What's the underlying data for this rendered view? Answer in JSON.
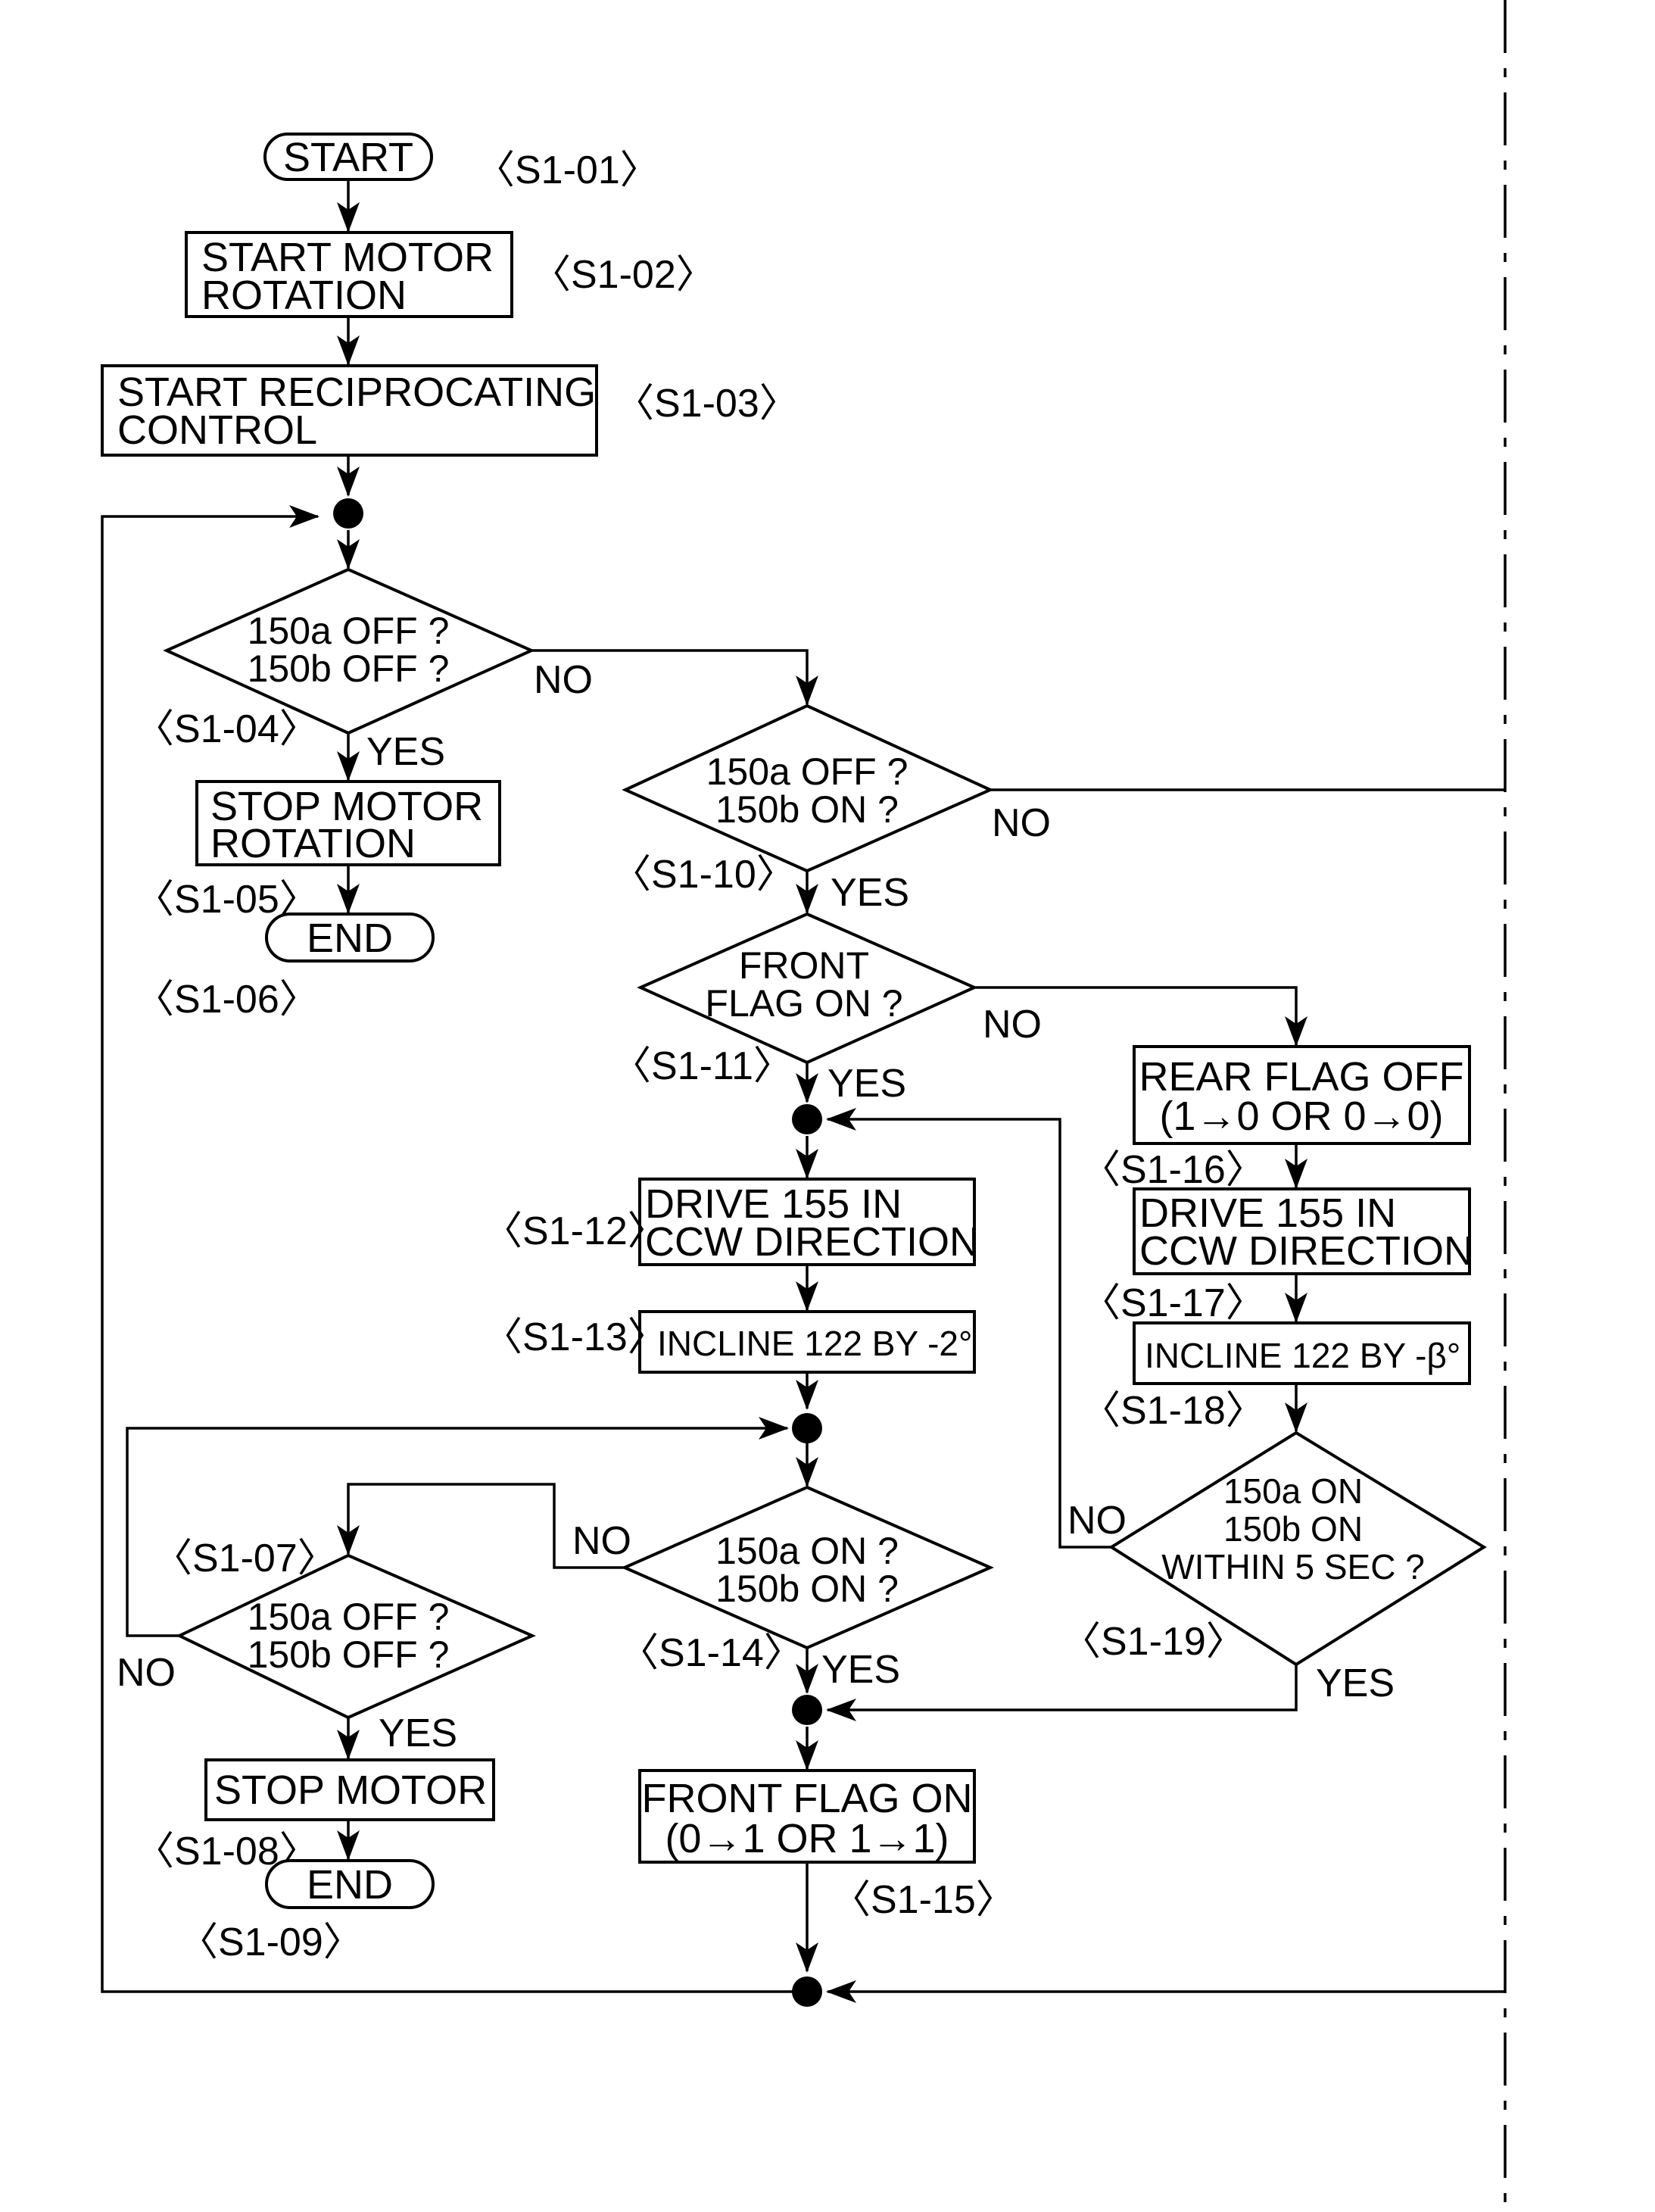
{
  "steps": {
    "s1_01": {
      "label": "〈S1-01〉",
      "lines": [
        "START"
      ]
    },
    "s1_02": {
      "label": "〈S1-02〉",
      "lines": [
        "START MOTOR",
        "ROTATION"
      ]
    },
    "s1_03": {
      "label": "〈S1-03〉",
      "lines": [
        "START RECIPROCATING",
        "CONTROL"
      ]
    },
    "s1_04": {
      "label": "〈S1-04〉",
      "lines": [
        "150a OFF ?",
        "150b OFF ?"
      ]
    },
    "s1_05": {
      "label": "〈S1-05〉",
      "lines": [
        "STOP MOTOR",
        "ROTATION"
      ]
    },
    "s1_06": {
      "label": "〈S1-06〉",
      "lines": [
        "END"
      ]
    },
    "s1_07": {
      "label": "〈S1-07〉",
      "lines": [
        "150a OFF ?",
        "150b OFF ?"
      ]
    },
    "s1_08": {
      "label": "〈S1-08〉",
      "lines": [
        "STOP MOTOR"
      ]
    },
    "s1_09": {
      "label": "〈S1-09〉",
      "lines": [
        "END"
      ]
    },
    "s1_10": {
      "label": "〈S1-10〉",
      "lines": [
        "150a OFF ?",
        "150b ON ?"
      ]
    },
    "s1_11": {
      "label": "〈S1-11〉",
      "lines": [
        "FRONT",
        "FLAG ON ?"
      ]
    },
    "s1_12": {
      "label": "〈S1-12〉",
      "lines": [
        "DRIVE 155 IN",
        "CCW DIRECTION"
      ]
    },
    "s1_13": {
      "label": "〈S1-13〉",
      "lines": [
        "INCLINE 122 BY -2°"
      ]
    },
    "s1_14": {
      "label": "〈S1-14〉",
      "lines": [
        "150a ON ?",
        "150b ON ?"
      ]
    },
    "s1_15": {
      "label": "〈S1-15〉",
      "lines": [
        "FRONT FLAG ON",
        "(0→1 OR 1→1)"
      ]
    },
    "s1_16": {
      "label": "〈S1-16〉",
      "lines": [
        "REAR FLAG OFF",
        "(1→0 OR 0→0)"
      ]
    },
    "s1_17": {
      "label": "〈S1-17〉",
      "lines": [
        "DRIVE 155 IN",
        "CCW DIRECTION"
      ]
    },
    "s1_18": {
      "label": "〈S1-18〉",
      "lines": [
        "INCLINE 122 BY -β°"
      ]
    },
    "s1_19": {
      "label": "〈S1-19〉",
      "lines": [
        "150a ON",
        "150b ON",
        "WITHIN 5 SEC ?"
      ]
    }
  },
  "branch_labels": {
    "yes": "YES",
    "no": "NO"
  }
}
